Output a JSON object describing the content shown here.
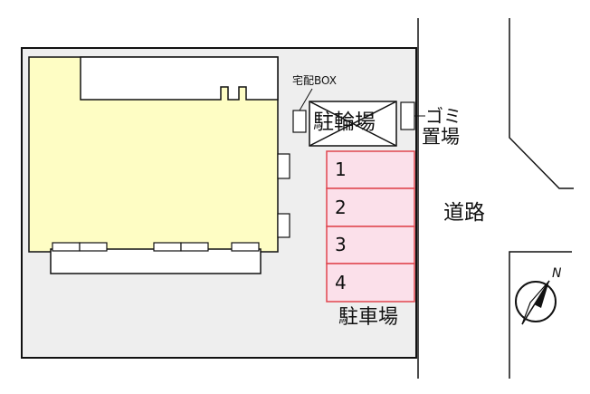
{
  "labels": {
    "delivery_box": "宅配BOX",
    "bicycle_parking": "駐輪場",
    "garbage_line1": "ゴミ",
    "garbage_line2": "置場",
    "road": "道路",
    "parking": "駐車場",
    "north": "N"
  },
  "parking_spaces": [
    "1",
    "2",
    "3",
    "4"
  ],
  "colors": {
    "building": "#fefdc4",
    "lot": "#eeeeee",
    "parking_fill": "#fbe0ea",
    "parking_border": "#e0464e",
    "outline": "#111111"
  },
  "icons": {
    "compass": "compass-north-arrow-icon",
    "cross": "crossed-out-box-icon"
  }
}
